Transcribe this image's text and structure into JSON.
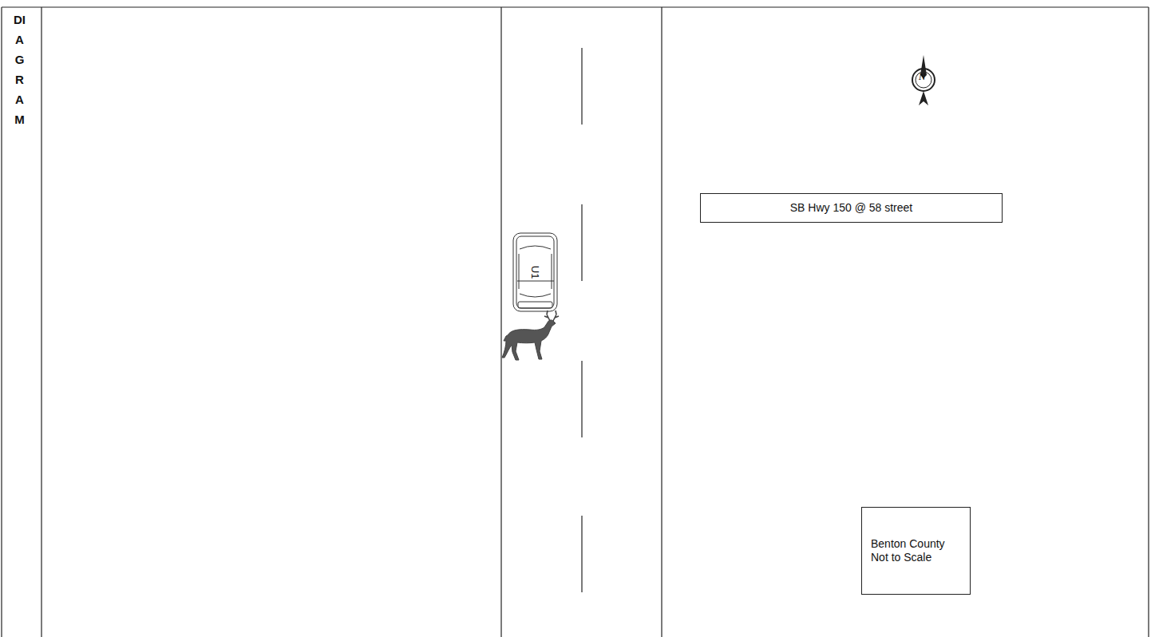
{
  "diagram": {
    "nodes": [
      {
        "text": [
          "SB Hwy 150 @ 58 street"
        ]
      },
      {
        "text": [
          "U1"
        ]
      },
      {
        "text": [
          "Benton County Not to Scale"
        ]
      }
    ],
    "labels": [
      "DIAGRAM",
      "N"
    ]
  }
}
